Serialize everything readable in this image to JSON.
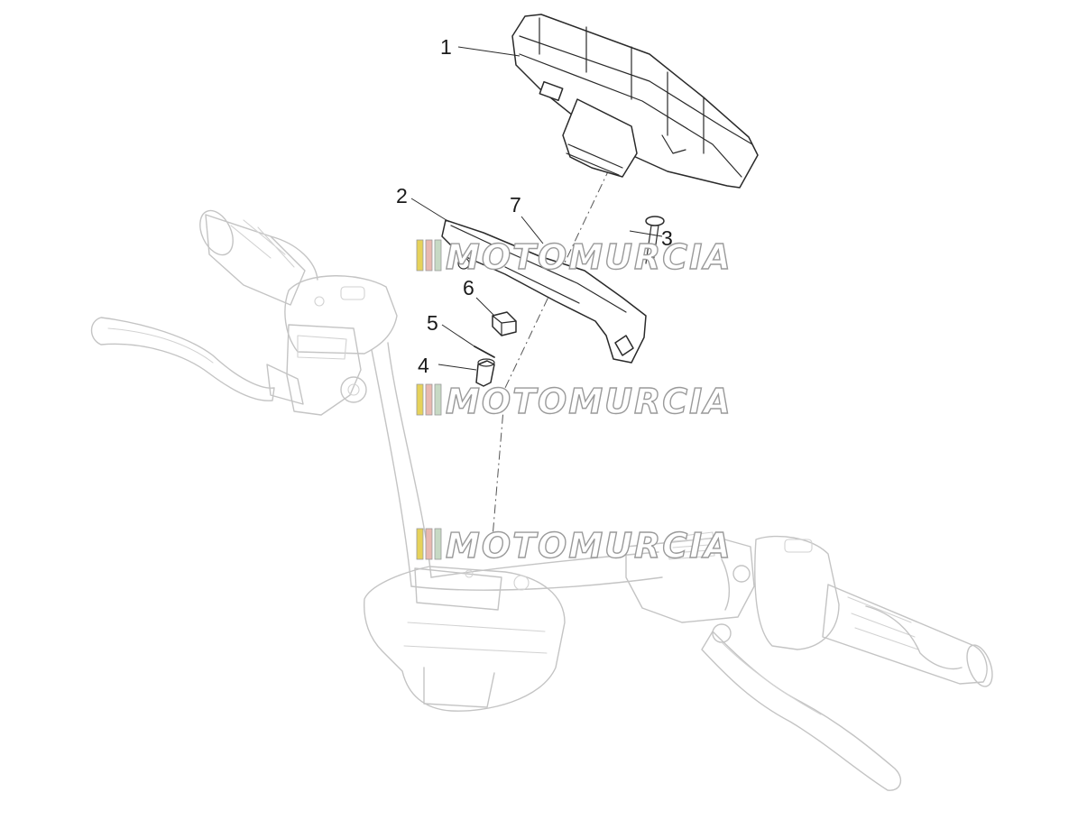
{
  "watermark": {
    "text": "MOTOMURCIA",
    "stripe_colors": [
      "#e6d25a",
      "#e9b8b0",
      "#c7d9c4"
    ]
  },
  "callouts": [
    {
      "number": "1"
    },
    {
      "number": "2"
    },
    {
      "number": "3"
    },
    {
      "number": "4"
    },
    {
      "number": "5"
    },
    {
      "number": "6"
    },
    {
      "number": "7"
    }
  ]
}
